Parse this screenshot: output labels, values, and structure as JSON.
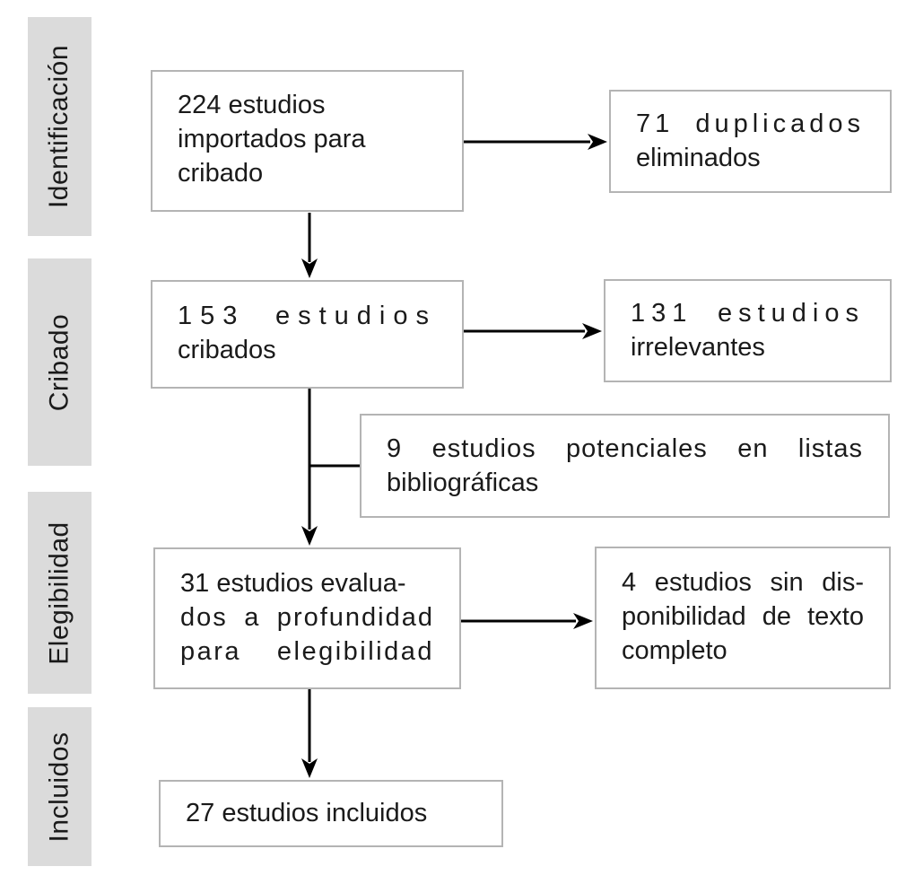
{
  "diagram": {
    "type": "prisma-flow",
    "language": "es",
    "colors": {
      "background": "#ffffff",
      "box_border": "#b4b4b4",
      "stage_bg": "#dbdbdb",
      "text": "#1a1a1a",
      "arrow": "#000000"
    },
    "sidebar": {
      "stages": [
        {
          "label": "Identificación"
        },
        {
          "label": "Cribado"
        },
        {
          "label": "Elegibilidad"
        },
        {
          "label": "Incluidos"
        }
      ]
    },
    "boxes": {
      "imported": {
        "count": 224,
        "lines": [
          "224 estudios",
          "importados para",
          "cribado"
        ]
      },
      "duplicates": {
        "count": 71,
        "lines": [
          "71 duplicados",
          "eliminados"
        ]
      },
      "screened": {
        "count": 153,
        "lines": [
          "153 estudios",
          "cribados"
        ]
      },
      "irrelevant": {
        "count": 131,
        "lines": [
          "131 estudios",
          "irrelevantes"
        ]
      },
      "potential": {
        "count": 9,
        "lines": [
          "9 estudios potenciales en listas",
          "bibliográficas"
        ]
      },
      "eligibility": {
        "count": 31,
        "lines": [
          "31 estudios evalua-",
          "dos a profundidad",
          "para elegibilidad"
        ]
      },
      "no_fulltext": {
        "count": 4,
        "lines": [
          "4 estudios sin dis-",
          "ponibilidad de texto",
          "completo"
        ]
      },
      "included": {
        "count": 27,
        "lines": [
          "27 estudios incluidos"
        ]
      }
    }
  }
}
